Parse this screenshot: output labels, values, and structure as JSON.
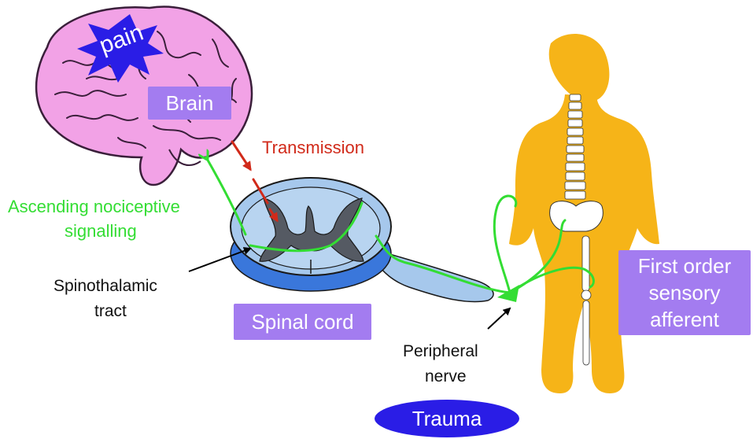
{
  "labels": {
    "pain": "pain",
    "brain": "Brain",
    "transmission": "Transmission",
    "ascending_line1": "Ascending nociceptive",
    "ascending_line2": "signalling",
    "spinothalamic_line1": "Spinothalamic",
    "spinothalamic_line2": "tract",
    "spinal_cord": "Spinal cord",
    "peripheral_line1": "Peripheral",
    "peripheral_line2": "nerve",
    "trauma": "Trauma",
    "first_order_line1": "First order",
    "first_order_line2": "sensory",
    "first_order_line3": "afferent"
  },
  "colors": {
    "brain": "#f2a2e6",
    "brain_outline": "#3a1f3a",
    "body": "#f6b418",
    "label_box": "#a37cf0",
    "pain_star": "#2a1de6",
    "trauma": "#2a1de6",
    "nerve": "#33dd33",
    "transmission": "#d12a1a",
    "spinal_blue": "#3a77db",
    "spinal_light": "#a6c8ec",
    "gray_matter": "#555a63"
  },
  "icons": [
    "brain-illustration",
    "spinal-cord-illustration",
    "human-body-illustration",
    "spine-skeleton"
  ]
}
